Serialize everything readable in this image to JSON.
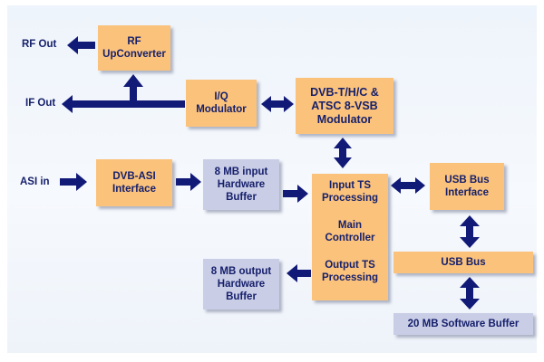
{
  "colors": {
    "arrow": "#121a78",
    "text": "#16206b",
    "block_orange": "#fbc27b",
    "block_lavender": "#c9cde6",
    "background": "#eef4fb"
  },
  "labels": {
    "rf_out": "RF Out",
    "if_out": "IF Out",
    "asi_in": "ASI in"
  },
  "blocks": {
    "rf_upconverter": [
      "RF",
      "UpConverter"
    ],
    "iq_modulator": [
      "I/Q",
      "Modulator"
    ],
    "dvb_modulator": [
      "DVB-T/H/C &",
      "ATSC 8-VSB",
      "Modulator"
    ],
    "dvb_asi_interface": [
      "DVB-ASI",
      "Interface"
    ],
    "input_buffer": [
      "8 MB input",
      "Hardware",
      "Buffer"
    ],
    "output_buffer": [
      "8 MB output",
      "Hardware",
      "Buffer"
    ],
    "ts_processing": {
      "input": [
        "Input TS",
        "Processing"
      ],
      "controller": [
        "Main",
        "Controller"
      ],
      "output": [
        "Output TS",
        "Processing"
      ]
    },
    "usb_interface": [
      "USB Bus",
      "Interface"
    ],
    "usb_bus": "USB Bus",
    "software_buffer": "20 MB Software Buffer"
  }
}
